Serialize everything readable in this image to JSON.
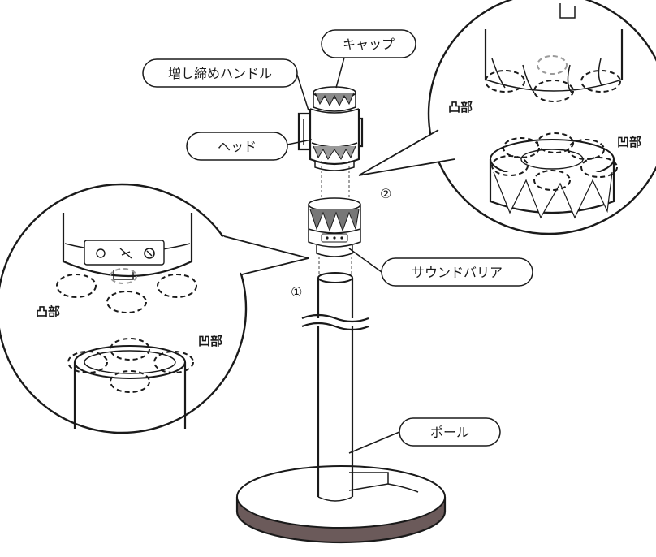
{
  "labels": {
    "cap": "キャップ",
    "handle": "増し締めハンドル",
    "head": "ヘッド",
    "sound_barrier": "サウンドバリア",
    "pole": "ポール",
    "convex_right": "凸部",
    "concave_right": "凹部",
    "convex_left": "凸部",
    "concave_left": "凹部"
  },
  "steps": {
    "step1": "①",
    "step2": "②"
  },
  "colors": {
    "line": "#1a1a1a",
    "hidden_dash": "#9a9a9a",
    "base_stripe": "#6b5a5a"
  }
}
